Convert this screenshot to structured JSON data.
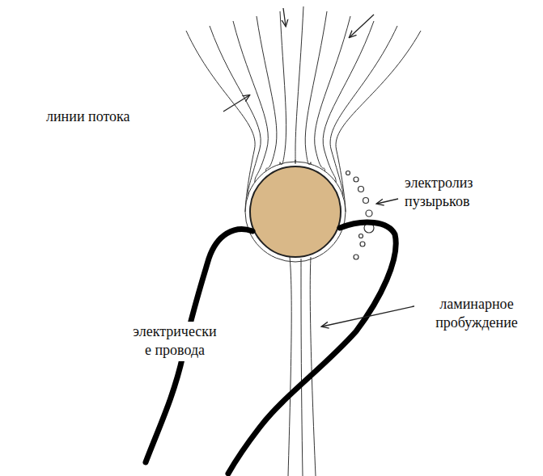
{
  "diagram": {
    "labels": [
      "линии потока",
      "электролиз пузырьков",
      "ламинарное пробуждение",
      "электрически е провода"
    ]
  }
}
